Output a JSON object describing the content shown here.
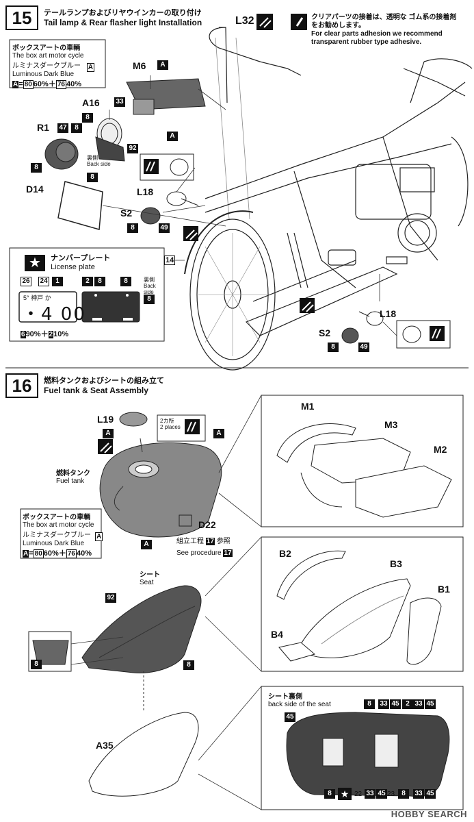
{
  "step15": {
    "number": "15",
    "title_jp": "テールランプおよびリヤウインカーの取り付け",
    "title_en": "Tail lamp & Rear flasher light Installation",
    "note_jp": "クリアパーツの接着は、透明な ゴム系の接着剤をお勧めします。",
    "note_en": "For clear parts adhesion we recommend transparent rubber type adhesive.",
    "boxart": {
      "jp": "ボックスアートの車輌",
      "en": "The box art motor cycle",
      "color_jp": "ルミナスダークブルー",
      "color_en": "Luminous Dark Blue",
      "code": "A",
      "mix_a": "A",
      "mix_eq": "=",
      "mix_c1": "80",
      "mix_p1": "60%＋",
      "mix_c2": "76",
      "mix_p2": "40%"
    },
    "plate": {
      "title_jp": "ナンバープレート",
      "title_en": "License plate",
      "n26": "26",
      "n24": "24",
      "n1": "1",
      "n2": "2",
      "n8a": "8",
      "n8b": "8",
      "n8c": "8",
      "back_jp": "裏側",
      "back_en": "Back side",
      "plate_num": "・4 00",
      "plate_top": "5° 神戸 か",
      "mix_c1": "6",
      "mix_p1": "90%＋",
      "mix_c2": "2",
      "mix_p2": "10%"
    },
    "parts": {
      "M6": "M6",
      "A16": "A16",
      "R1": "R1",
      "D14": "D14",
      "L18a": "L18",
      "S2a": "S2",
      "L32": "L32",
      "L18b": "L18",
      "S2b": "S2"
    },
    "codes": {
      "a_m6": "A",
      "c33": "33",
      "c8_a16": "8",
      "c8_r1": "8",
      "c47": "47",
      "c8_r1b": "8",
      "c92": "92",
      "a_small": "A",
      "c8_back": "8",
      "c8_s2a": "8",
      "c49a": "49",
      "c14": "14",
      "c8_s2b": "8",
      "c49b": "49",
      "back_jp": "裏側",
      "back_en": "Back side"
    }
  },
  "step16": {
    "number": "16",
    "title_jp": "燃料タンクおよびシートの組み立て",
    "title_en": "Fuel tank & Seat Assembly",
    "tank_jp": "燃料タンク",
    "tank_en": "Fuel tank",
    "places_jp": "2カ所",
    "places_en": "2 places",
    "see_jp": "組立工程",
    "see_jp2": "参照",
    "see_en": "See procedure",
    "see_num": "17",
    "boxart": {
      "jp": "ボックスアートの車輌",
      "en": "The box art motor cycle",
      "color_jp": "ルミナスダークブルー",
      "color_en": "Luminous Dark Blue",
      "code": "A",
      "mix_a": "A",
      "mix_eq": "=",
      "mix_c1": "80",
      "mix_p1": "60%＋",
      "mix_c2": "76",
      "mix_p2": "40%"
    },
    "seat_jp": "シート",
    "seat_en": "Seat",
    "seat_back_jp": "シート裏側",
    "seat_back_en": "back side of the seat",
    "parts": {
      "L19": "L19",
      "D22": "D22",
      "M1": "M1",
      "M3": "M3",
      "M2": "M2",
      "B2": "B2",
      "B3": "B3",
      "B1": "B1",
      "B4": "B4",
      "A35": "A35"
    },
    "codes": {
      "a_l19": "A",
      "a_tank_r": "A",
      "a_tank_b": "A",
      "c92": "92",
      "c8_l": "8",
      "c8_r": "8",
      "c8b1": "8",
      "c33a": "33",
      "c45a": "45",
      "c2": "2",
      "c33b": "33",
      "c45b": "45",
      "c45c": "45",
      "c8b2": "8",
      "c22": "22",
      "c33c": "33",
      "c45d": "45",
      "c23": "23",
      "c8b3": "8",
      "c33d": "33",
      "c45e": "45"
    }
  },
  "watermark": "HOBBY SEARCH"
}
